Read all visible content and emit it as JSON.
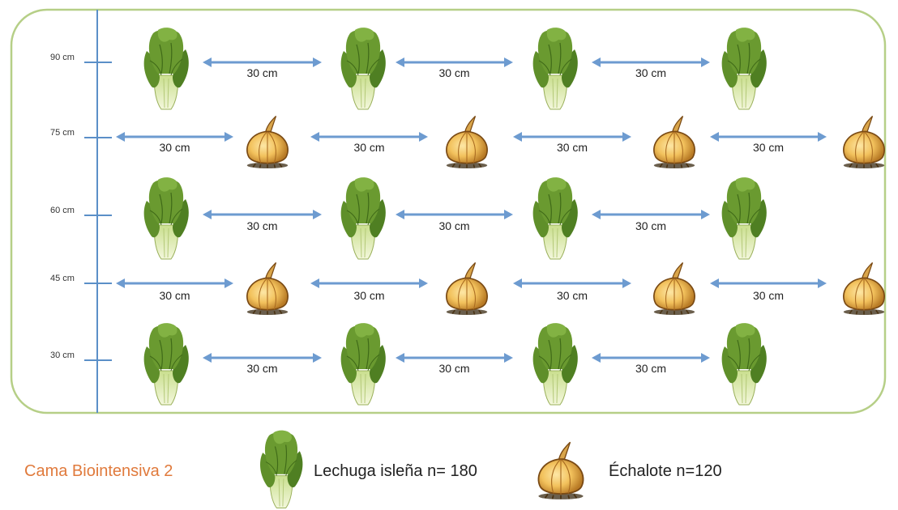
{
  "bed": {
    "y_axis_labels": [
      "90 cm",
      "75 cm",
      "60 cm",
      "45 cm",
      "30 cm"
    ],
    "rows": [
      {
        "plant": "lettuce",
        "spacings": [
          "30 cm",
          "30 cm",
          "30 cm"
        ]
      },
      {
        "plant": "shallot",
        "spacings": [
          "30 cm",
          "30 cm",
          "30 cm",
          "30 cm"
        ]
      },
      {
        "plant": "lettuce",
        "spacings": [
          "30 cm",
          "30 cm",
          "30 cm"
        ]
      },
      {
        "plant": "shallot",
        "spacings": [
          "30 cm",
          "30 cm",
          "30 cm",
          "30 cm"
        ]
      },
      {
        "plant": "lettuce",
        "spacings": [
          "30 cm",
          "30 cm",
          "30 cm"
        ]
      }
    ]
  },
  "legend": {
    "title": "Cama Biointensiva 2",
    "lettuce_label": "Lechuga isleña n= 180",
    "shallot_label": "Échalote n=120"
  },
  "colors": {
    "bed_border": "#b6cf87",
    "axis": "#5b8fc8",
    "arrow": "#6d9bd0",
    "legend_title": "#e07a3c"
  },
  "icons": {
    "lettuce": "lettuce-icon",
    "shallot": "shallot-icon"
  }
}
